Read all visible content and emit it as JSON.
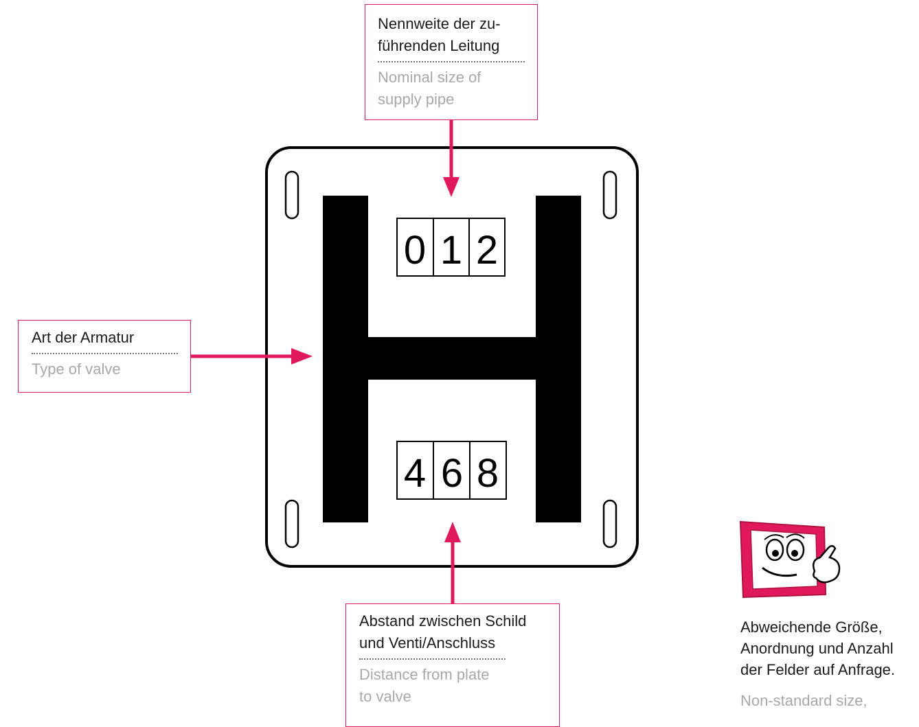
{
  "plate": {
    "letter": "H",
    "top_digits": [
      "0",
      "1",
      "2"
    ],
    "bottom_digits": [
      "4",
      "6",
      "8"
    ]
  },
  "callouts": {
    "top": {
      "de": "Nennweite der zu-\nführenden Leitung",
      "en": "Nominal size of\nsupply pipe"
    },
    "left": {
      "de": "Art der Armatur",
      "en": "Type of valve"
    },
    "bottom": {
      "de": "Abstand zwischen Schild\nund Venti/Anschluss",
      "en": "Distance from plate\nto valve"
    }
  },
  "note": {
    "de": "Abweichende Größe,\nAnordnung und Anzahl\nder Felder auf Anfrage.",
    "en": "Non-standard size,"
  },
  "colors": {
    "accent": "#e0195a",
    "plate_fill": "#000000"
  },
  "icons": [
    "mascot-sign-icon"
  ]
}
